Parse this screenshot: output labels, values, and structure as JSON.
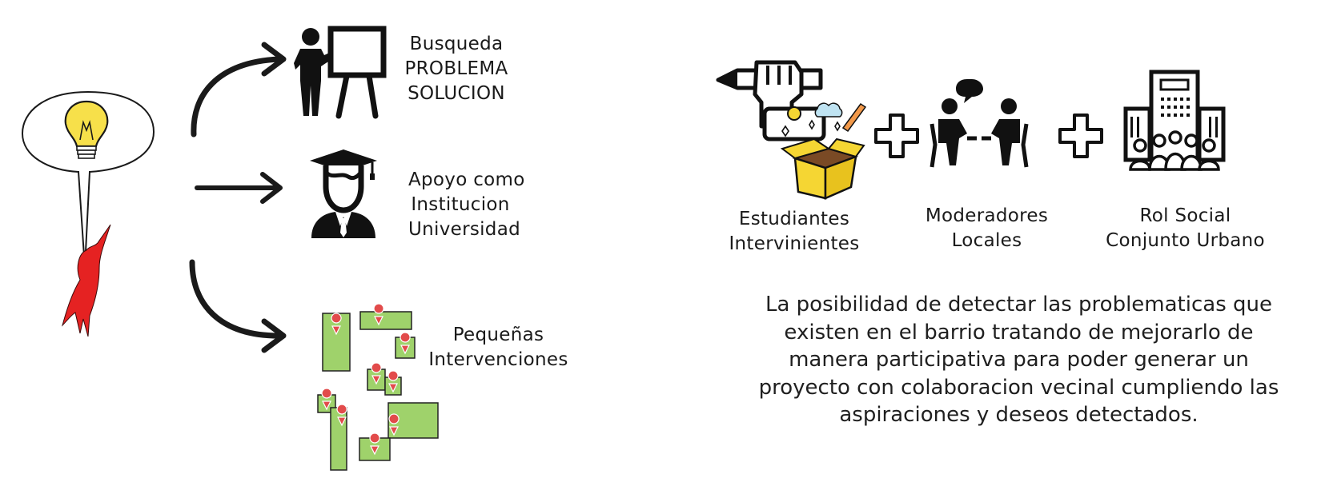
{
  "left_flow": {
    "branches": [
      {
        "lines": [
          "Busqueda",
          "PROBLEMA",
          "SOLUCION"
        ],
        "icon": "teacher-board-icon"
      },
      {
        "lines": [
          "Apoyo como",
          "Institucion",
          "Universidad"
        ],
        "icon": "graduate-icon"
      },
      {
        "lines": [
          "Pequeñas",
          "Intervenciones"
        ],
        "icon": "map-plots-icon"
      }
    ]
  },
  "right_panel": {
    "actors": [
      {
        "lines": [
          "Estudiantes",
          "Intervinientes"
        ],
        "icon": "students-creativity-icon"
      },
      {
        "lines": [
          "Moderadores",
          "Locales"
        ],
        "icon": "meeting-dialogue-icon"
      },
      {
        "lines": [
          "Rol Social",
          "Conjunto Urbano"
        ],
        "icon": "urban-community-icon"
      }
    ],
    "operator": "plus-icon",
    "paragraph_lines": [
      "La posibilidad de detectar las problematicas que",
      "existen en el barrio tratando de mejorarlo de",
      "manera participativa para poder generar un",
      "proyecto con colaboracion  vecinal cumpliendo las",
      "aspiraciones y deseos detectados."
    ]
  },
  "colors": {
    "bulb": "#f7e04a",
    "person": "#e52222",
    "plot_fill": "#9fd26b",
    "pin": "#e24b4b",
    "box": "#f5d633"
  }
}
